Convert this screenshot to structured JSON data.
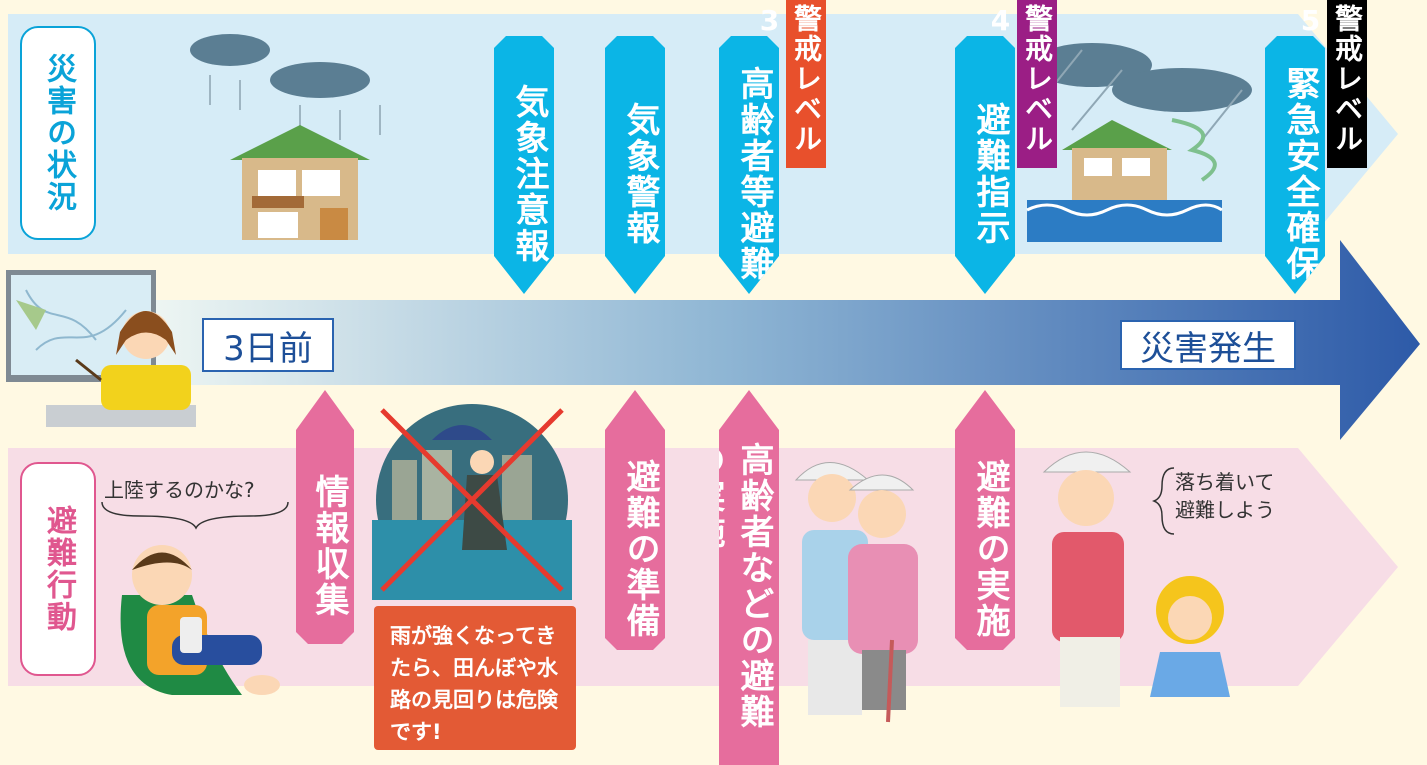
{
  "sections": {
    "top_label": "災害の状況",
    "bottom_label": "避難行動"
  },
  "timeline": {
    "start_label": "3日前",
    "end_label": "災害発生"
  },
  "top_stages": [
    {
      "label": "気象注意報"
    },
    {
      "label": "気象警報"
    },
    {
      "label": "高齢者等避難"
    },
    {
      "label": "避難指示"
    },
    {
      "label": "緊急安全確保"
    }
  ],
  "alert_levels": [
    {
      "label": "警戒レベル3",
      "color": "#e8502c"
    },
    {
      "label": "警戒レベル4",
      "color": "#9b1e85"
    },
    {
      "label": "警戒レベル5",
      "color": "#000000"
    }
  ],
  "bottom_stages": [
    {
      "label": "情報収集"
    },
    {
      "label": "避難の準備"
    },
    {
      "label": "高齢者などの避難の実施"
    },
    {
      "label": "避難の実施"
    }
  ],
  "speech": {
    "boy": "上陸するのかな?",
    "mother": "落ち着いて避難しよう"
  },
  "warning_note": "雨が強くなってきたら、田んぼや水路の見回りは危険です!",
  "colors": {
    "top_band": "#d6ecf7",
    "bottom_band": "#f7dde6",
    "background": "#fff9e3",
    "blue_pin": "#0bb5e6",
    "pink_pin": "#e66d9d",
    "arrow_dark": "#2d5aa8"
  }
}
